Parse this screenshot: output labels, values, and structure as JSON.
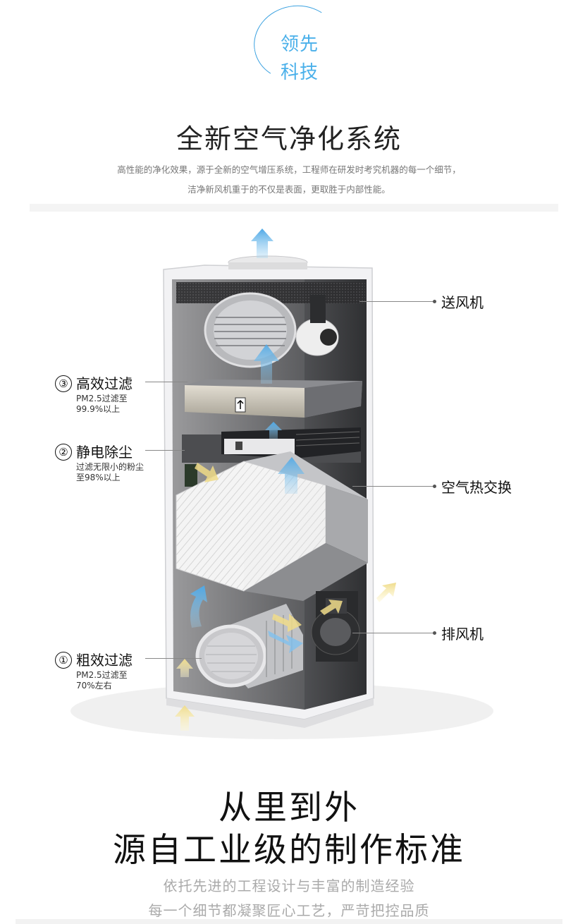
{
  "badge": {
    "line1": "领先",
    "line2": "科技"
  },
  "title": "全新空气净化系统",
  "subtitle": [
    "高性能的净化效果，源于全新的空气增压系统，工程师在研发时考究机器的每一个细节，",
    "洁净新风机重于的不仅是表面，更取胜于内部性能。"
  ],
  "callouts": [
    {
      "num": "③",
      "label": "高效过滤",
      "note1": "PM2.5过滤至",
      "note2": "99.9%以上"
    },
    {
      "num": "②",
      "label": "静电除尘",
      "note1": "过滤无限小的粉尘",
      "note2": "至98%以上"
    },
    {
      "num": "①",
      "label": "粗效过滤",
      "note1": "PM2.5过滤至",
      "note2": "70%左右"
    }
  ],
  "right_labels": [
    "送风机",
    "空气热交换",
    "排风机"
  ],
  "headline": {
    "line1": "从里到外",
    "line2": "源自工业级的制作标准"
  },
  "tagline": {
    "line1": "依托先进的工程设计与丰富的制造经验",
    "line2": "每一个细节都凝聚匠心工艺，严苛把控品质"
  },
  "colors": {
    "accent_blue": "#4ab0ea",
    "arrow_blue": "#6fb8ea",
    "arrow_yellow": "#f3e6a0"
  },
  "icons": [
    "up-arrow-icon",
    "fan-icon",
    "filter-icon",
    "heat-exchanger-icon"
  ]
}
